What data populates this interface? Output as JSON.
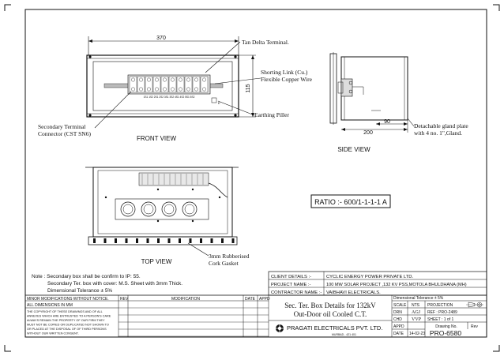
{
  "dims": {
    "top_width": "370",
    "front_height": "115",
    "side_offset": "90",
    "side_width": "200"
  },
  "callouts": {
    "tan_delta": "Tan Delta Terminal.",
    "shorting_link_1": "Shorting Link (Cu.)",
    "shorting_link_2": "Flexible Copper Wire",
    "earthing": "Earthing  Piller",
    "secondary_1": "Secondary Terminal",
    "secondary_2": "Connector (CST SN6)",
    "gland_1": "Detachable gland plate",
    "gland_2": "with 4 no. 1\",Gland.",
    "gasket_1": "3mm Rubberised",
    "gasket_2": "Cork Gasket"
  },
  "terminal_labels": "1S1 1S2 2S1 2S2 3S1 3S2 4S1 4S2 5S1 5S2",
  "earth_mark": "E",
  "views": {
    "front": "FRONT VIEW",
    "side": "SIDE VIEW",
    "top": "TOP VIEW"
  },
  "ratio": "RATIO :- 600/1-1-1-1 A",
  "notes": {
    "n1": "Note : Secondary box shall be confirm to IP: 55.",
    "n2": "Secondary Ter. box with cover: M.S. Sheet with 3mm Thick.",
    "n3": "Dimensional Tolerance ± 5%"
  },
  "details": {
    "client_label": "CLIENT DETAILS :-",
    "client_value": "CYCLIC ENERGY POWER PRIVATE LTD.",
    "project_label": "PROJECT NAME :-",
    "project_value": "100 MW SOLAR PROJECT ,132 KV PSS,MOTOLA BHULDHANA (MH)",
    "contractor_label": "CONTRACTOR NAME :-",
    "contractor_value": "VAIBHAVI ELECTRICALS."
  },
  "title_block": {
    "minor_mods": "MINOR MODIFICATIONS WITHOUT NOTICE.",
    "rev": "REV",
    "modification": "MODIFICATION",
    "date": "DATE",
    "appd": "APPD",
    "all_dims": "ALL DIMENSIONS IN MM",
    "copyright": [
      "THE COPYRIGHT OF THESE DRAWINGS AND OF ALL",
      "ANNEXES WHICH ARE ENTRUSTED TO A PERSON'S CARE",
      "ALWAYS REMAIN  THE PROPERTY OF OUR FIRM  THEY",
      "MUST NOT BE COPIED OR DUPLICATED  NOT SHOWN TO",
      "OR PLACED AT THE DISPOSAL OF OF THIRD  PERSONS",
      "WITHOUT OUR WRITTEN CONSENT."
    ],
    "title_1": "Sec. Ter. Box Details for 132kV",
    "title_2": "Out-Door oil Cooled C.T.",
    "company": "PRAGATI ELECTRICALS PVT. LTD.",
    "location": "MURBAD - 421 401",
    "tolerance": "Dimensional Tolerance ± 5%",
    "scale_label": "SCALE",
    "scale_value": "NTS",
    "projection": "PROJECTION",
    "drn_label": "DRN",
    "drn_value": "AGJ",
    "ref": "REF  : PRO-2489",
    "chd_label": "CHD",
    "chd_value": "VVP",
    "sheet": "SHEET  :  1 of 1",
    "appd_label": "APPD",
    "drawing_no_label": "Drawing No.",
    "rev_label": "Rev",
    "date_label": "DATE",
    "date_value": "14-02-23",
    "drawing_no": "PRO-6580"
  }
}
